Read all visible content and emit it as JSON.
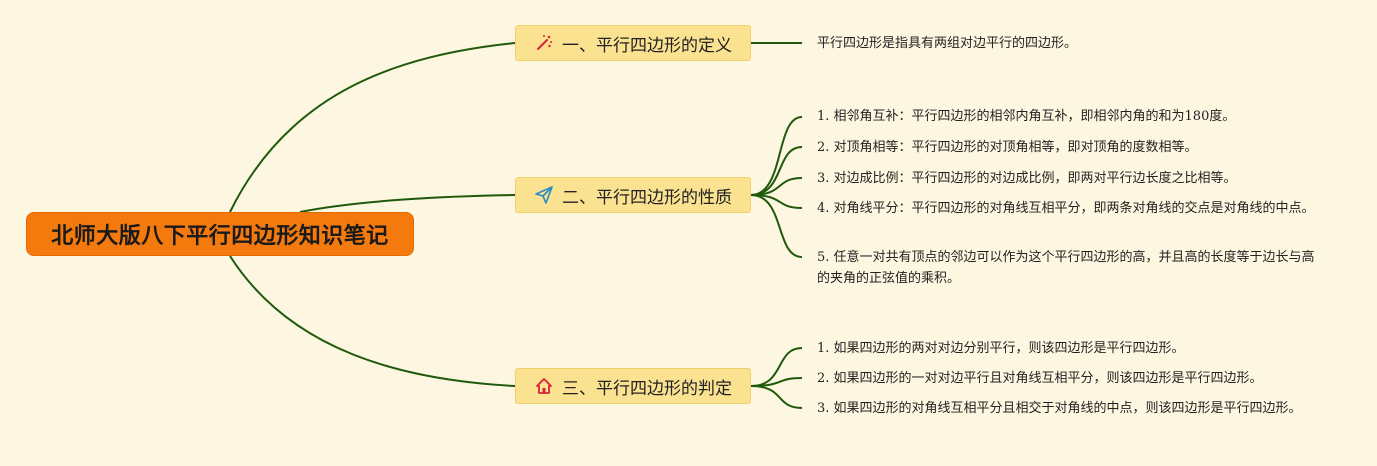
{
  "root": {
    "title": "北师大版八下平行四边形知识笔记"
  },
  "colors": {
    "root": "#f57a0d",
    "branch": "#fbe291",
    "line": "#1f5a0c",
    "background": "#fdf6e0"
  },
  "branches": [
    {
      "label": "一、平行四边形的定义",
      "icon": "magic-wand-icon",
      "items": [
        "平行四边形是指具有两组对边平行的四边形。"
      ]
    },
    {
      "label": "二、平行四边形的性质",
      "icon": "paper-plane-icon",
      "items": [
        "1. 相邻角互补：平行四边形的相邻内角互补，即相邻内角的和为180度。",
        "2. 对顶角相等：平行四边形的对顶角相等，即对顶角的度数相等。",
        "3. 对边成比例：平行四边形的对边成比例，即两对平行边长度之比相等。",
        "4. 对角线平分：平行四边形的对角线互相平分，即两条对角线的交点是对角线的中点。",
        "5. 任意一对共有顶点的邻边可以作为这个平行四边形的高，并且高的长度等于边长与高的夹角的正弦值的乘积。"
      ]
    },
    {
      "label": "三、平行四边形的判定",
      "icon": "home-icon",
      "items": [
        "1. 如果四边形的两对对边分别平行，则该四边形是平行四边形。",
        "2. 如果四边形的一对对边平行且对角线互相平分，则该四边形是平行四边形。",
        "3. 如果四边形的对角线互相平分且相交于对角线的中点，则该四边形是平行四边形。"
      ]
    }
  ]
}
